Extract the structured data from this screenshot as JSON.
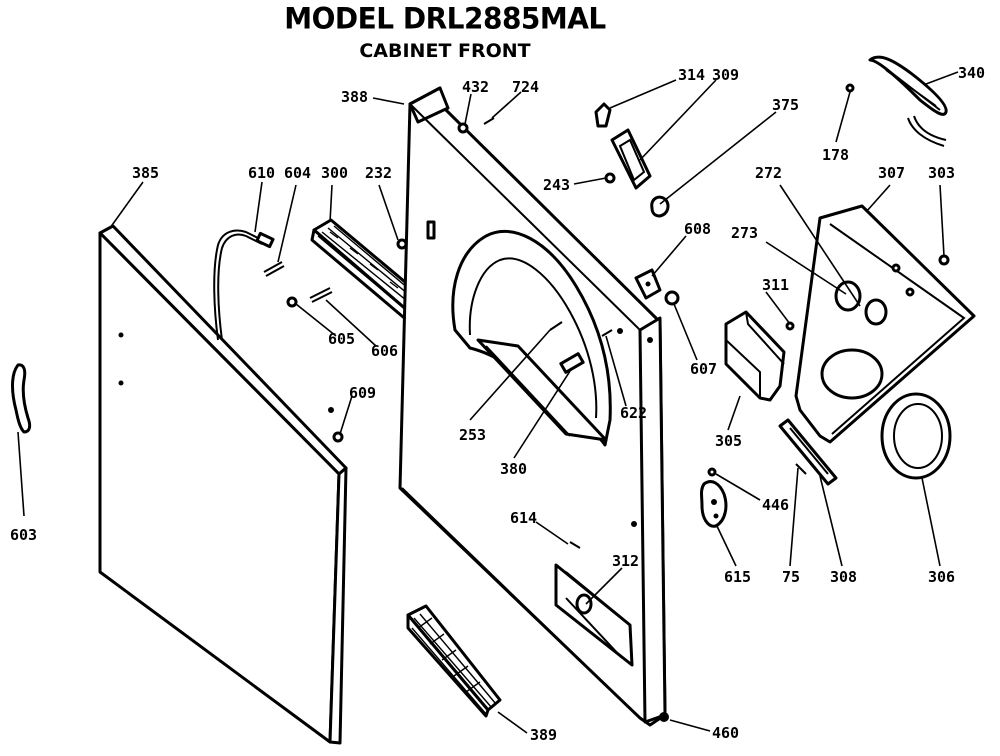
{
  "title": "MODEL DRL2885MAL",
  "subtitle": "CABINET FRONT",
  "callouts": [
    "385",
    "610",
    "604",
    "300",
    "232",
    "388",
    "432",
    "724",
    "314",
    "309",
    "375",
    "178",
    "340",
    "243",
    "608",
    "272",
    "307",
    "303",
    "273",
    "311",
    "605",
    "606",
    "607",
    "609",
    "253",
    "380",
    "622",
    "305",
    "603",
    "446",
    "614",
    "312",
    "615",
    "75",
    "308",
    "306",
    "389",
    "460"
  ]
}
